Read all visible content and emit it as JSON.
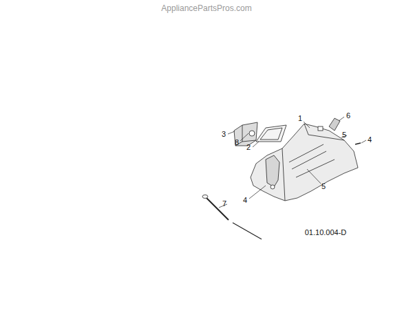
{
  "diagram": {
    "labels": [
      "AppliancePartsPros.com",
      "1",
      "6",
      "3",
      "5",
      "4",
      "8",
      "2",
      "5",
      "4",
      "7",
      "01.10.004-D"
    ]
  }
}
